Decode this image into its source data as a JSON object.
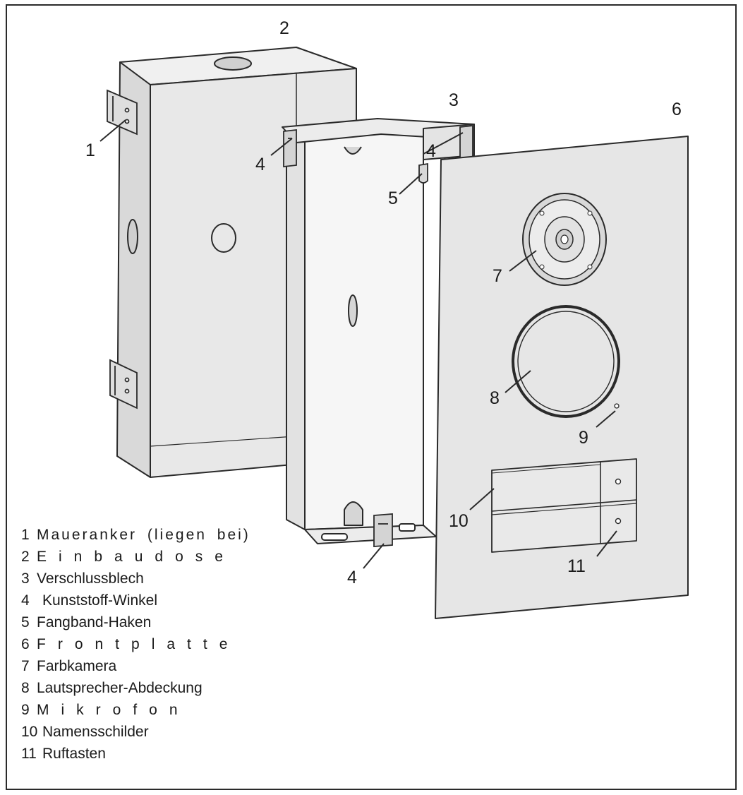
{
  "callouts": {
    "c1": "1",
    "c2": "2",
    "c3": "3",
    "c4a": "4",
    "c4b": "4",
    "c4c": "4",
    "c5": "5",
    "c6": "6",
    "c7": "7",
    "c8": "8",
    "c9": "9",
    "c10": "10",
    "c11": "11"
  },
  "legend": [
    {
      "n": "1",
      "label": "Maueranker (liegen bei)"
    },
    {
      "n": "2",
      "label": "Einbaudose"
    },
    {
      "n": "3",
      "label": "Verschlussblech"
    },
    {
      "n": "4",
      "label": "Kunststoff-Winkel"
    },
    {
      "n": "5",
      "label": "Fangband-Haken"
    },
    {
      "n": "6",
      "label": "Frontplatte"
    },
    {
      "n": "7",
      "label": "Farbkamera"
    },
    {
      "n": "8",
      "label": "Lautsprecher-Abdeckung"
    },
    {
      "n": "9",
      "label": "Mikrofon"
    },
    {
      "n": "10",
      "label": "Namensschilder"
    },
    {
      "n": "11",
      "label": "Ruftasten"
    }
  ],
  "colors": {
    "box_fill": "#e9e9e9",
    "box_side": "#dcdcdc",
    "plate_fill": "#e6e6e6",
    "outline": "#2a2a2a",
    "frame_bg": "#f3f3f3"
  }
}
